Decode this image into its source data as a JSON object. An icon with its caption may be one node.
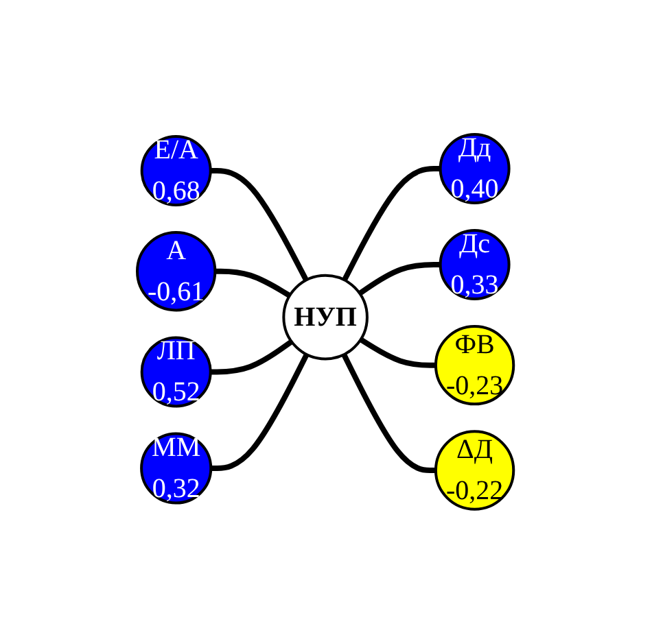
{
  "diagram": {
    "nodes": [
      {
        "text": [
          "НУП"
        ]
      },
      {
        "text": [
          "Дд",
          "0,40"
        ]
      },
      {
        "text": [
          "Дс",
          "0,33"
        ]
      },
      {
        "text": [
          "ФВ",
          "-0,23"
        ]
      },
      {
        "text": [
          "ΔД",
          "-0,22"
        ]
      },
      {
        "text": [
          "ММ",
          "0,32"
        ]
      },
      {
        "text": [
          "ЛП",
          "0,52"
        ]
      },
      {
        "text": [
          "А",
          "-0,61"
        ]
      },
      {
        "text": [
          "Е/А",
          "0,68"
        ]
      }
    ],
    "edges": [
      {
        "from": 8,
        "to": 0,
        "arrow": "none"
      },
      {
        "from": 7,
        "to": 0,
        "arrow": "none"
      },
      {
        "from": 6,
        "to": 0,
        "arrow": "none"
      },
      {
        "from": 5,
        "to": 0,
        "arrow": "none"
      },
      {
        "from": 0,
        "to": 1,
        "arrow": "none"
      },
      {
        "from": 0,
        "to": 2,
        "arrow": "none"
      },
      {
        "from": 0,
        "to": 3,
        "arrow": "none"
      },
      {
        "from": 0,
        "to": 4,
        "arrow": "none"
      }
    ]
  }
}
